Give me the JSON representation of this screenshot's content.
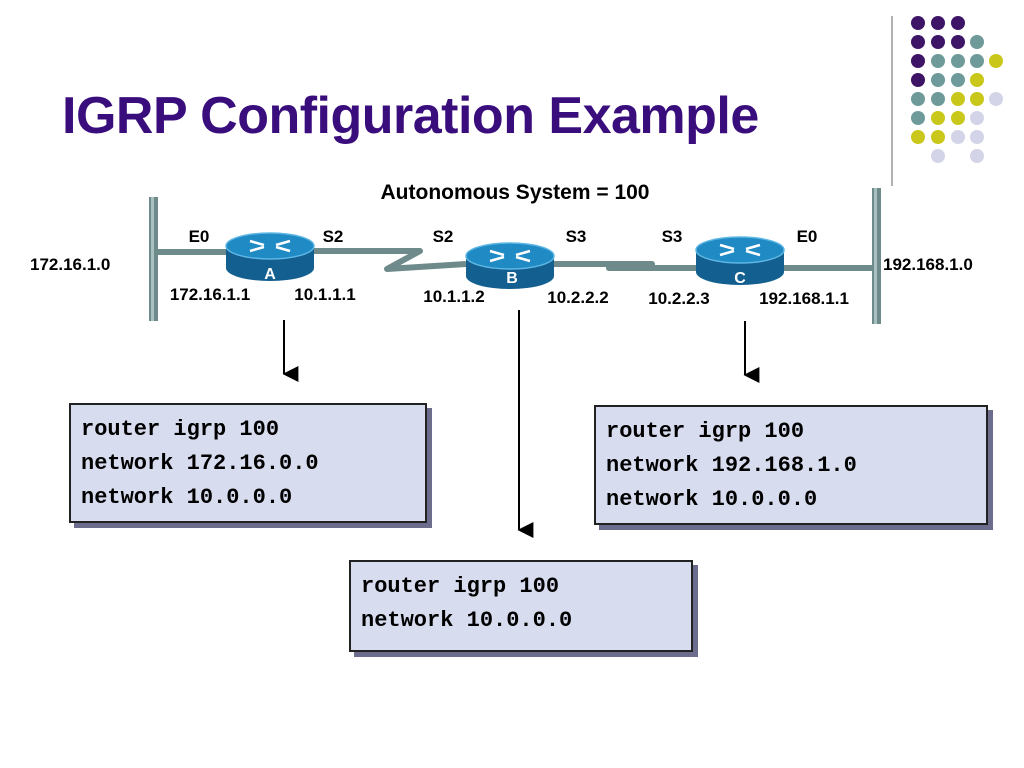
{
  "title": "IGRP Configuration Example",
  "diagram": {
    "as_label": "Autonomous System = 100",
    "networks": {
      "left": "172.16.1.0",
      "right": "192.168.1.0"
    },
    "routers": [
      {
        "name": "A",
        "if_left": "E0",
        "if_right": "S2",
        "ip_left": "172.16.1.1",
        "ip_right": "10.1.1.1"
      },
      {
        "name": "B",
        "if_left": "S2",
        "if_right": "S3",
        "ip_left": "10.1.1.2",
        "ip_right": "10.2.2.2"
      },
      {
        "name": "C",
        "if_left": "S3",
        "if_right": "E0",
        "ip_left": "10.2.2.3",
        "ip_right": "192.168.1.1"
      }
    ]
  },
  "configs": {
    "a": [
      "router igrp 100",
      "network 172.16.0.0",
      "network 10.0.0.0"
    ],
    "b": [
      "router igrp 100",
      "network 10.0.0.0"
    ],
    "c": [
      "router igrp 100",
      "network 192.168.1.0",
      "network 10.0.0.0"
    ]
  },
  "colors": {
    "title": "#3a0d7d",
    "router": "#1f8ac4",
    "config_bg": "#d8dcef",
    "dot_purple": "#3d1466",
    "dot_teal": "#6e9a9a",
    "dot_yellow": "#c9c81a",
    "dot_lavender": "#d4d4e8"
  }
}
